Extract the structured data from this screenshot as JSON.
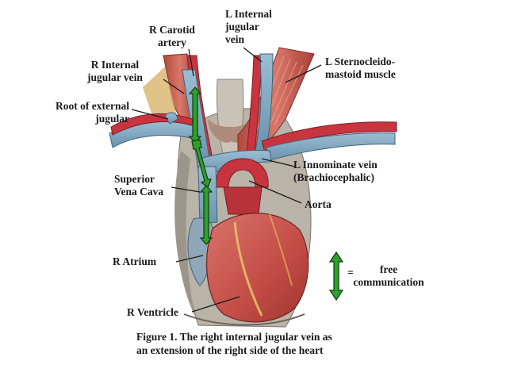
{
  "labels": {
    "r_carotid": [
      "R Carotid",
      "artery"
    ],
    "l_internal_jugular": [
      "L Internal",
      "jugular",
      "vein"
    ],
    "r_internal_jugular": [
      "R Internal",
      "jugular vein"
    ],
    "l_sternocleido": [
      "L Sternocleido-",
      "mastoid muscle"
    ],
    "root_external_jugular": [
      "Root of external",
      "jugular"
    ],
    "l_innominate": [
      "L Innominate vein",
      "(Brachiocephalic)"
    ],
    "superior_vena_cava": [
      "Superior",
      "Vena Cava"
    ],
    "aorta": "Aorta",
    "r_atrium": "R Atrium",
    "r_ventricle": "R Ventricle"
  },
  "legend": {
    "equals": "=",
    "text": [
      "free",
      "communication"
    ]
  },
  "caption": [
    "Figure 1.  The right internal jugular vein as",
    "an extension of the right side of the heart"
  ],
  "colors": {
    "vein": "#7fa6bf",
    "artery": "#c8353f",
    "muscle": "#c7584a",
    "heart": "#c8554e",
    "arrow": "#2ea12a"
  }
}
